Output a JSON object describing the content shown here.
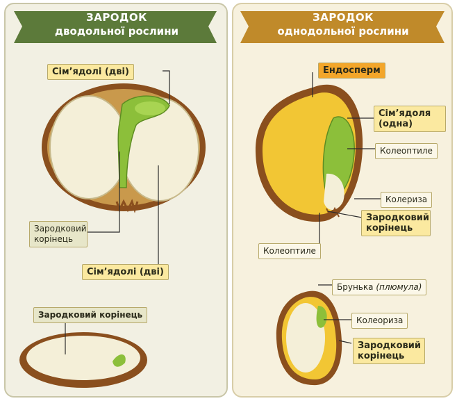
{
  "left_panel": {
    "title_line1": "ЗАРОДОК",
    "title_line2": "дводольної рослини",
    "labels": {
      "cotyledons_top": "Сім’ядолі (дві)",
      "radicle": "Зародковий корінець",
      "cotyledons_bottom": "Сім’ядолі (дві)",
      "radicle_small": "Зародковий корінець"
    }
  },
  "right_panel": {
    "title_line1": "ЗАРОДОК",
    "title_line2": "однодольної рослини",
    "labels": {
      "endosperm": "Ендосперм",
      "cotyledon": "Сім’ядоля (одна)",
      "coleoptile_right": "Колеоптиле",
      "coleorhiza": "Колериза",
      "radicle": "Зародковий корінець",
      "coleoptile_left": "Колеоптиле",
      "plumule_prefix": "Брунька",
      "plumule_italic": "(плюмула)",
      "coleorhiza2": "Колеориза",
      "radicle2": "Зародковий корінець"
    }
  },
  "colors": {
    "left_ribbon": "#5c7a3a",
    "right_ribbon": "#c08a2a",
    "seed_coat": "#8a4f1e",
    "endosperm": "#f2c634",
    "embryo_green": "#8cbf3a"
  }
}
